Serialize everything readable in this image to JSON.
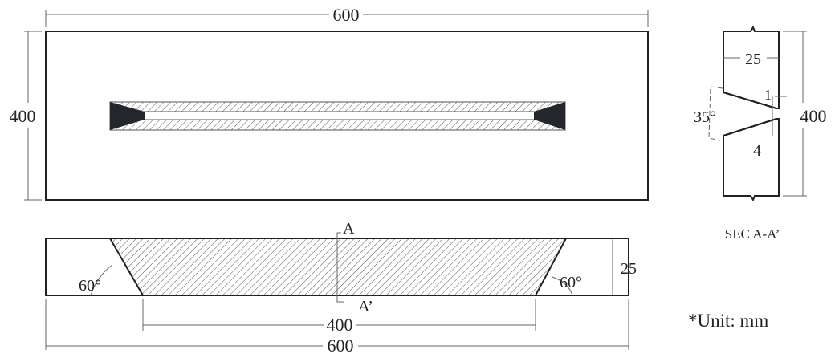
{
  "top_view": {
    "width_label": "600",
    "height_label": "400"
  },
  "side_view": {
    "section_label_top": "A",
    "section_label_bottom": "A’",
    "angle_left": "60°",
    "angle_right": "60°",
    "thickness_label": "25",
    "inner_length_label": "400",
    "total_length_label": "600"
  },
  "section": {
    "thickness_label": "25",
    "angle_label": "35°",
    "root_gap_label": "1",
    "root_face_label": "4",
    "height_label": "400",
    "title": "SEC A-A’"
  },
  "unit_note": "*Unit: mm",
  "colors": {
    "line": "#222222",
    "dim": "#666666",
    "fill_dark": "#23262b"
  }
}
